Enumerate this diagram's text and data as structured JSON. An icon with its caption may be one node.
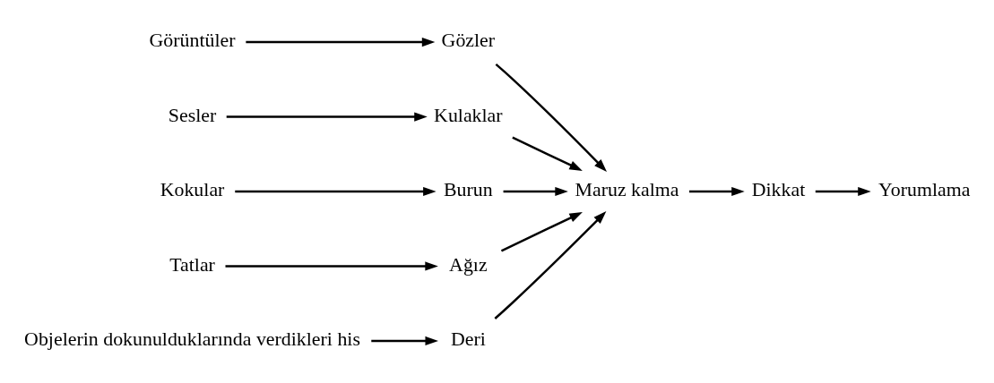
{
  "diagram": {
    "nodes": [
      {
        "text": [
          "Görüntüler"
        ]
      },
      {
        "text": [
          "Sesler"
        ]
      },
      {
        "text": [
          "Kokular"
        ]
      },
      {
        "text": [
          "Tatlar"
        ]
      },
      {
        "text": [
          "Objelerin dokunulduklarında verdikleri his"
        ]
      },
      {
        "text": [
          "Gözler"
        ]
      },
      {
        "text": [
          "Kulaklar"
        ]
      },
      {
        "text": [
          "Burun"
        ]
      },
      {
        "text": [
          "Ağız"
        ]
      },
      {
        "text": [
          "Deri"
        ]
      },
      {
        "text": [
          "Maruz kalma"
        ]
      },
      {
        "text": [
          "Dikkat"
        ]
      },
      {
        "text": [
          "Yorumlama"
        ]
      }
    ],
    "edges": [
      {
        "from": 0,
        "to": 5,
        "arrow": "to"
      },
      {
        "from": 1,
        "to": 6,
        "arrow": "to"
      },
      {
        "from": 2,
        "to": 7,
        "arrow": "to"
      },
      {
        "from": 3,
        "to": 8,
        "arrow": "to"
      },
      {
        "from": 4,
        "to": 9,
        "arrow": "to"
      },
      {
        "from": 5,
        "to": 10,
        "arrow": "to"
      },
      {
        "from": 6,
        "to": 10,
        "arrow": "to"
      },
      {
        "from": 7,
        "to": 10,
        "arrow": "to"
      },
      {
        "from": 8,
        "to": 10,
        "arrow": "to"
      },
      {
        "from": 9,
        "to": 10,
        "arrow": "to"
      },
      {
        "from": 10,
        "to": 11,
        "arrow": "to"
      },
      {
        "from": 11,
        "to": 12,
        "arrow": "to"
      }
    ]
  }
}
